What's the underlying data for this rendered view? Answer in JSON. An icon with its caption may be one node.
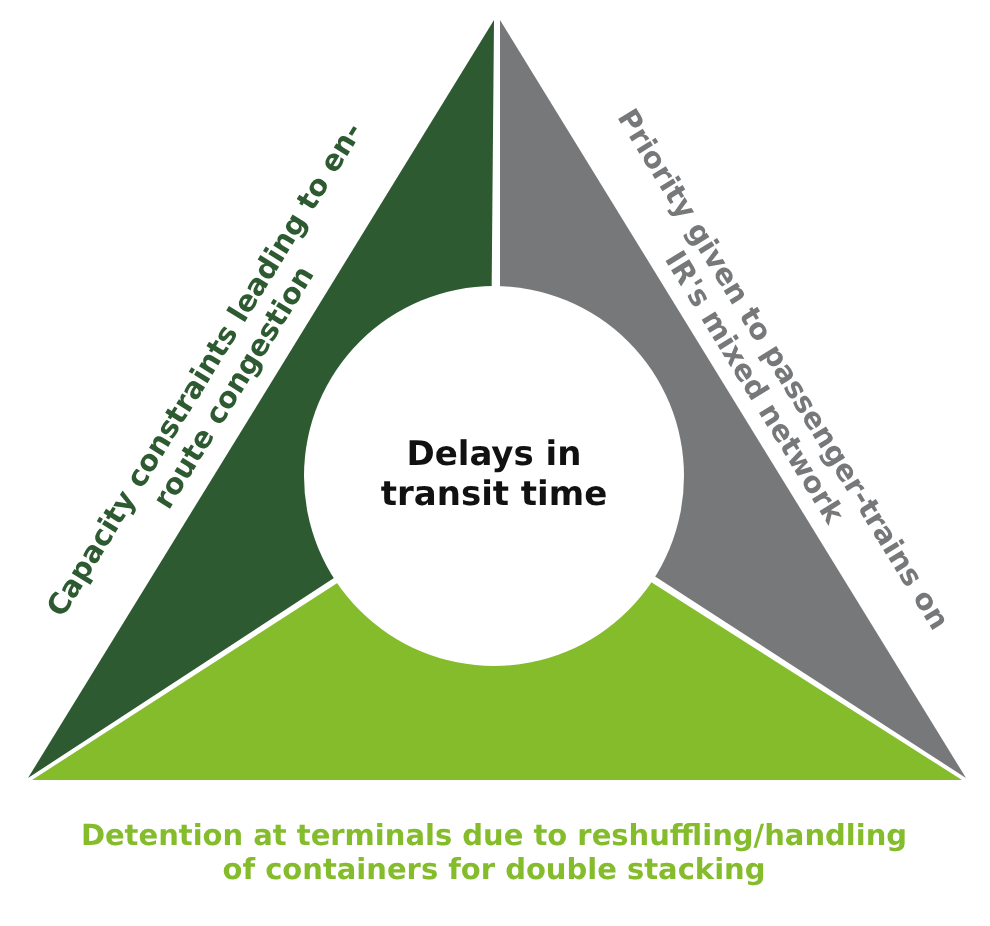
{
  "diagram": {
    "nodes": [
      {
        "text": [
          "Capacity constraints leading to en-route congestion"
        ]
      },
      {
        "text": [
          "Priority given to passenger-trains on IR's mixed network"
        ]
      },
      {
        "text": [
          "Delays in transit time"
        ]
      },
      {
        "text": [
          "Detention at terminals due to reshuffling/handling of containers for double stacking"
        ]
      }
    ]
  }
}
